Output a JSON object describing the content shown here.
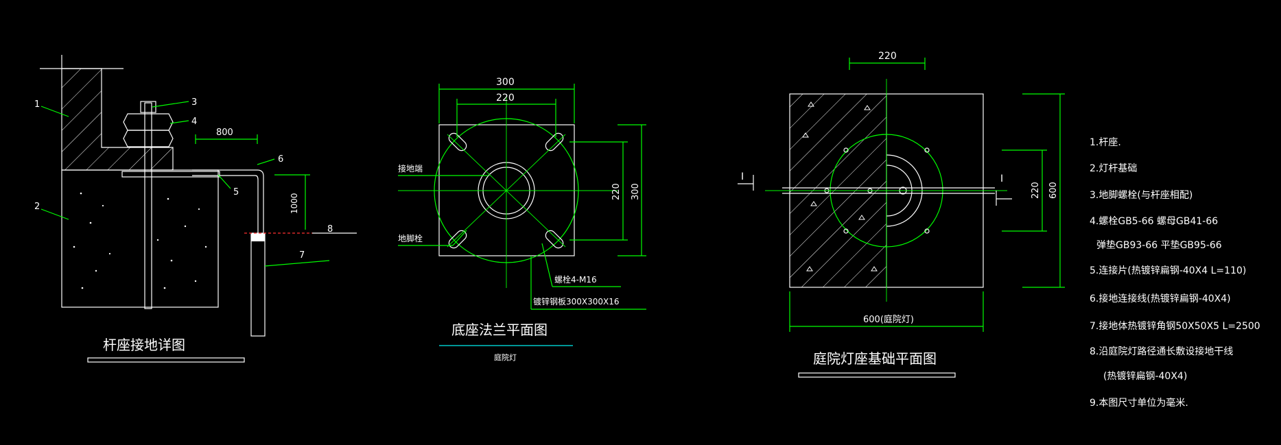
{
  "detail_view": {
    "title": "杆座接地详图",
    "dim_800": "800",
    "dim_1000": "1000",
    "callouts": [
      "1",
      "2",
      "3",
      "4",
      "5",
      "6",
      "7",
      "8"
    ]
  },
  "flange_view": {
    "title": "底座法兰平面图",
    "subtitle": "庭院灯",
    "dim_300_top": "300",
    "dim_220_top": "220",
    "dim_220_side": "220",
    "dim_300_side": "300",
    "label_grounding_terminal": "接地端",
    "label_ground_bolt": "地脚栓",
    "label_bolt": "螺栓4-M16",
    "label_plate": "镀锌钢板300X300X16"
  },
  "foundation_view": {
    "title": "庭院灯座基础平面图",
    "dim_220_top": "220",
    "dim_220_side": "220",
    "dim_600_side": "600",
    "dim_600_bottom": "600(庭院灯)",
    "section_mark": "I"
  },
  "notes": [
    "1.杆座.",
    "2.灯杆基础",
    "3.地脚螺栓(与杆座相配)",
    "4.螺栓GB5-66    螺母GB41-66",
    "弹垫GB93-66    平垫GB95-66",
    "5.连接片(热镀锌扁钢-40X4  L=110)",
    "6.接地连接线(热镀锌扁钢-40X4)",
    "7.接地体热镀锌角钢50X50X5  L=2500",
    "8.沿庭院灯路径通长敷设接地干线",
    "(热镀锌扁钢-40X4)",
    "9.本图尺寸单位为毫米."
  ],
  "colors": {
    "background": "#000000",
    "outline": "#ffffff",
    "dimension": "#00ff00",
    "underline_accent": "#00c8c8",
    "ground_line": "#ff3030"
  }
}
